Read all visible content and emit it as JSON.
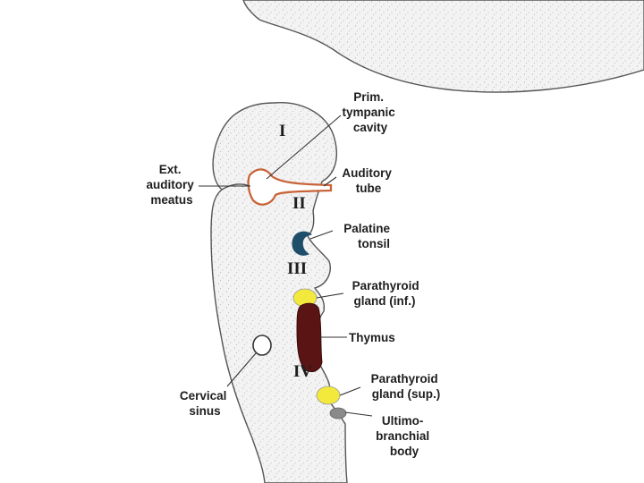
{
  "diagram": {
    "arches": [
      "I",
      "II",
      "III",
      "IV"
    ],
    "labels": {
      "prim_tympanic": [
        "Prim.",
        "tympanic",
        "cavity"
      ],
      "ext_auditory": [
        "Ext.",
        "auditory",
        "meatus"
      ],
      "auditory_tube": [
        "Auditory",
        "tube"
      ],
      "palatine_tonsil": [
        "Palatine",
        "tonsil"
      ],
      "parathyroid_inf": [
        "Parathyroid",
        "gland (inf.)"
      ],
      "thymus": [
        "Thymus"
      ],
      "parathyroid_sup": [
        "Parathyroid",
        "gland (sup.)"
      ],
      "cervical_sinus": [
        "Cervical",
        "sinus"
      ],
      "ultimobranchial": [
        "Ultimo-",
        "branchial",
        "body"
      ]
    },
    "colors": {
      "tissue": "#f3f3f3",
      "outline": "#555555",
      "auditory_tube": "#c8643a",
      "palatine_tonsil": "#1f4e6b",
      "parathyroid": "#f3e83c",
      "thymus": "#5a1414",
      "ultimobranchial": "#8a8a8a"
    }
  }
}
